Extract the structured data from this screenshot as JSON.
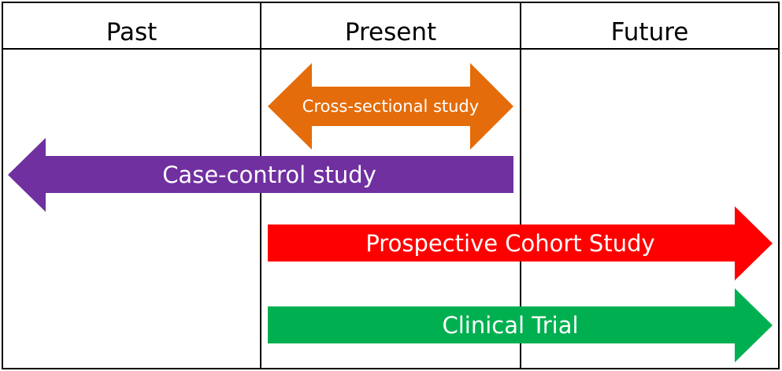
{
  "columns": [
    {
      "label": "Past"
    },
    {
      "label": "Present"
    },
    {
      "label": "Future"
    }
  ],
  "arrows": [
    {
      "label": "Cross-sectional study",
      "color": "#E46C0A",
      "direction": "both"
    },
    {
      "label": "Case-control study",
      "color": "#7030A0",
      "direction": "left"
    },
    {
      "label": "Prospective Cohort Study",
      "color": "#FF0000",
      "direction": "right"
    },
    {
      "label": "Clinical Trial",
      "color": "#00B050",
      "direction": "right"
    }
  ]
}
